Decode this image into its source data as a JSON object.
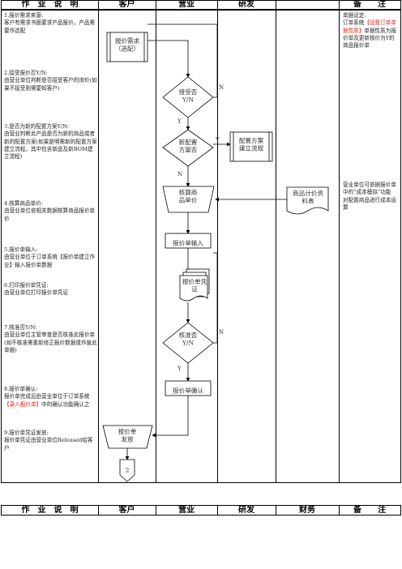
{
  "header": {
    "columns": [
      "作　业　说　明",
      "客户",
      "营业",
      "研发",
      "",
      "备　　注"
    ]
  },
  "footer_header": {
    "columns": [
      "作　业　说　明",
      "客户",
      "营业",
      "研发",
      "财务",
      "备　　注"
    ]
  },
  "descriptions": [
    {
      "parts": [
        {
          "t": "1.报价需求来源:\n客户有需求书面要求产品报价，产品需要作选配"
        }
      ]
    },
    {
      "parts": [
        {
          "t": "2.接受报价否Y/N:\n由营业单位判断是否接受客户的询价(如果不接受则需要知客户)"
        }
      ]
    },
    {
      "parts": [
        {
          "t": "3.是否为新的配置方案Y/N:\n由营业判断此产品是否为新的商品或者新的配置方案(如果是明需新的配置方案建立流程，其中包含新品及新BOM建立流程)"
        }
      ]
    },
    {
      "parts": [
        {
          "t": "4.核算商品单价:\n由营业单位依相关数据核算商品报价单价"
        }
      ]
    },
    {
      "parts": [
        {
          "t": "5.报价单输入:\n由营业单位于订单系统【报价单建立作业】输入报价单数据"
        }
      ]
    },
    {
      "parts": [
        {
          "t": "6.打印报价单凭证:\n由营业单位打印报价单凭证"
        }
      ]
    },
    {
      "parts": [
        {
          "t": "7.核准否Y/N:\n由营业单位主管审查是否核准此报价单(如不核准需重新修正报价数据或作废此单据)"
        }
      ]
    },
    {
      "parts": [
        {
          "t": "8.报价单确认:\n报价单完成后由营业单位于订单系统"
        },
        {
          "t": "【录入报价单】",
          "red": true
        },
        {
          "t": "中的确认功能确认之"
        }
      ]
    },
    {
      "parts": [
        {
          "t": "9.报价单凭证发放:\n报价单凭证由营业单位Released给客户"
        }
      ]
    }
  ],
  "notes": [
    {
      "parts": [
        {
          "t": "单据设定:\n订单系统"
        },
        {
          "t": "【设置订单单据性质】",
          "red": true
        },
        {
          "t": "单据性质为报价单及更新核价为Y的商品报价单"
        }
      ]
    },
    {
      "parts": [
        {
          "t": "营业单位可依据报价单中的“成本模拟”功能对配置商品进行成本运算"
        }
      ]
    }
  ],
  "flow": {
    "request": "报价需求\n（选配）",
    "accept_decision": "接受否\nY/N",
    "new_config_decision": "新配置\n方案否",
    "config_process": "配置方案\n建立流程",
    "calc_price": "核算商\n品单价",
    "cost_data": "商品计价资\n料表",
    "quote_input": "报价单输入",
    "quote_voucher": "报价单凭\n证",
    "approve_decision": "核准否\nY/N",
    "quote_confirm": "报价单确认",
    "quote_issue": "报价单\n发放",
    "connector": "2",
    "label_y": "Y",
    "label_n": "N"
  }
}
